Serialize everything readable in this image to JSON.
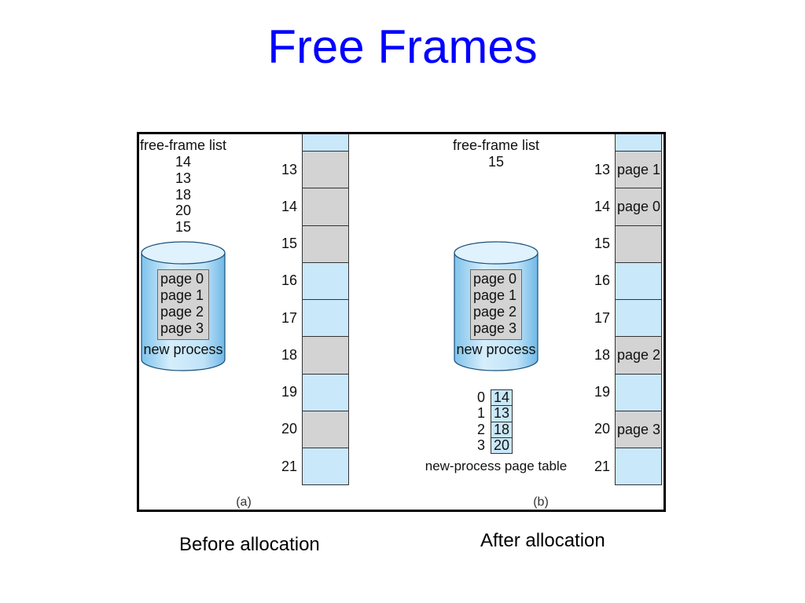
{
  "title": "Free Frames",
  "colors": {
    "title": "#0000ff",
    "gray": "#d3d3d3",
    "blue": "#c9e8fa",
    "border": "#000000"
  },
  "panels": [
    {
      "free_frame_list_label": "free-frame list",
      "free_frame_list": [
        "14",
        "13",
        "18",
        "20",
        "15"
      ],
      "disk_pages": [
        "page 0",
        "page 1",
        "page 2",
        "page 3"
      ],
      "disk_label": "new process",
      "frames": [
        {
          "number": "13",
          "content": "",
          "shade": "gray"
        },
        {
          "number": "14",
          "content": "",
          "shade": "gray"
        },
        {
          "number": "15",
          "content": "",
          "shade": "gray"
        },
        {
          "number": "16",
          "content": "",
          "shade": "blue"
        },
        {
          "number": "17",
          "content": "",
          "shade": "blue"
        },
        {
          "number": "18",
          "content": "",
          "shade": "gray"
        },
        {
          "number": "19",
          "content": "",
          "shade": "blue"
        },
        {
          "number": "20",
          "content": "",
          "shade": "gray"
        },
        {
          "number": "21",
          "content": "",
          "shade": "blue"
        }
      ],
      "caption": "(a)"
    },
    {
      "free_frame_list_label": "free-frame list",
      "free_frame_list": [
        "15"
      ],
      "disk_pages": [
        "page 0",
        "page 1",
        "page 2",
        "page 3"
      ],
      "disk_label": "new process",
      "frames": [
        {
          "number": "13",
          "content": "page 1",
          "shade": "gray"
        },
        {
          "number": "14",
          "content": "page 0",
          "shade": "gray"
        },
        {
          "number": "15",
          "content": "",
          "shade": "gray"
        },
        {
          "number": "16",
          "content": "",
          "shade": "blue"
        },
        {
          "number": "17",
          "content": "",
          "shade": "blue"
        },
        {
          "number": "18",
          "content": "page 2",
          "shade": "gray"
        },
        {
          "number": "19",
          "content": "",
          "shade": "blue"
        },
        {
          "number": "20",
          "content": "page 3",
          "shade": "gray"
        },
        {
          "number": "21",
          "content": "",
          "shade": "blue"
        }
      ],
      "page_table": {
        "label": "new-process page table",
        "rows": [
          {
            "page": "0",
            "frame": "14"
          },
          {
            "page": "1",
            "frame": "13"
          },
          {
            "page": "2",
            "frame": "18"
          },
          {
            "page": "3",
            "frame": "20"
          }
        ]
      },
      "caption": "(b)"
    }
  ],
  "bottom_captions": {
    "before": "Before allocation",
    "after": "After allocation"
  }
}
